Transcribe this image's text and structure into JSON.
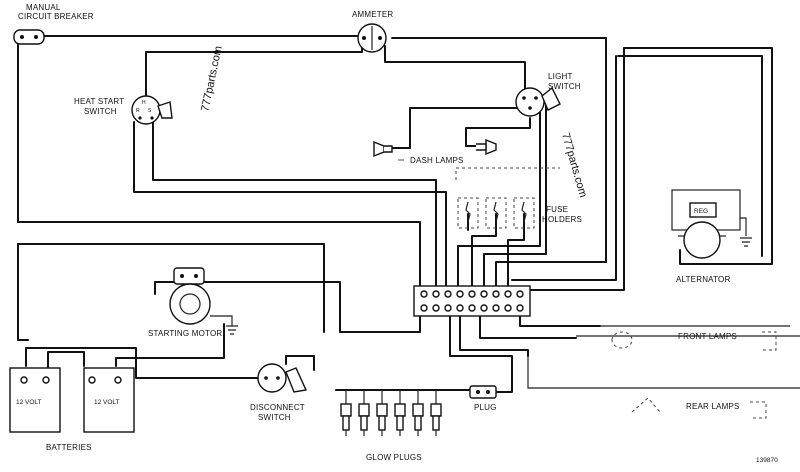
{
  "labels": {
    "manual_circuit_breaker_line1": "MANUAL",
    "manual_circuit_breaker_line2": "CIRCUIT BREAKER",
    "ammeter": "AMMETER",
    "light_switch_line1": "LIGHT",
    "light_switch_line2": "SWITCH",
    "heat_start_switch_line1": "HEAT START",
    "heat_start_switch_line2": "SWITCH",
    "dash_lamps": "DASH LAMPS",
    "fuse_holders_line1": "FUSE",
    "fuse_holders_line2": "HOLDERS",
    "alternator": "ALTERNATOR",
    "reg": "REG",
    "starting_motor": "STARTING MOTOR",
    "front_lamps": "FRONT LAMPS",
    "rear_lamps": "REAR LAMPS",
    "batteries": "BATTERIES",
    "battery_left": "12 VOLT",
    "battery_right": "12 VOLT",
    "disconnect_switch_line1": "DISCONNECT",
    "disconnect_switch_line2": "SWITCH",
    "plug": "PLUG",
    "glow_plugs": "GLOW PLUGS",
    "figure_number": "139870",
    "hs_terminal_h": "H",
    "hs_terminal_r": "R",
    "hs_terminal_s": "S"
  },
  "watermarks": {
    "left": "777parts.com",
    "right": "777parts.com"
  },
  "colors": {
    "line": "#111111",
    "background": "#ffffff"
  }
}
